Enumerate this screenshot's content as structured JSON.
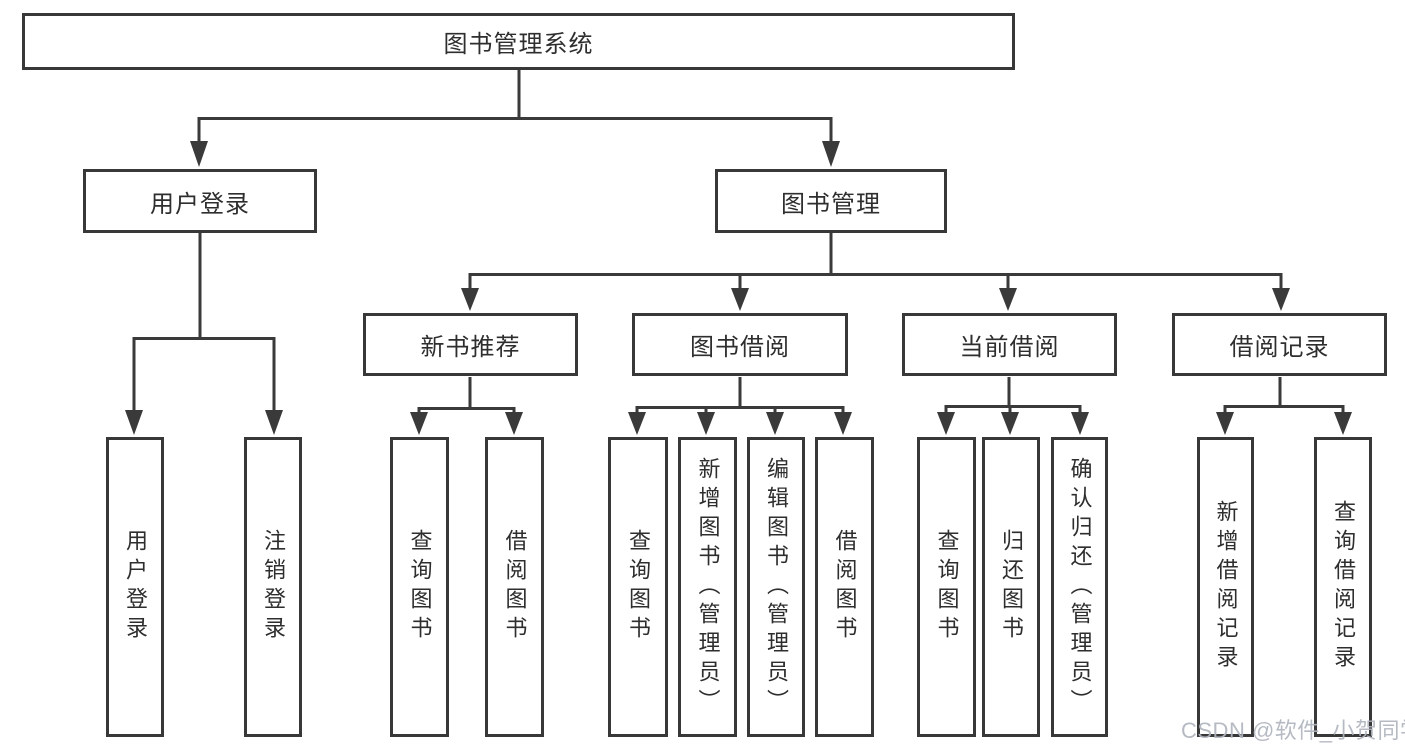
{
  "diagram": {
    "watermark": "CSDN @软件_小贺同学",
    "colors": {
      "line": "#3a3a3a",
      "box_border": "#383838",
      "box_fill": "#ffffff",
      "text": "#2e2e2e",
      "watermark": "#b0b4be"
    },
    "nodes": {
      "root": "图书管理系统",
      "l2": [
        "用户登录",
        "图书管理"
      ],
      "l3": [
        "新书推荐",
        "图书借阅",
        "当前借阅",
        "借阅记录"
      ],
      "leaves": {
        "user": [
          "用户登录",
          "注销登录"
        ],
        "recommend": [
          "查询图书",
          "借阅图书"
        ],
        "borrow": [
          "查询图书",
          "新增图书（管理员）",
          "编辑图书（管理员）",
          "借阅图书"
        ],
        "current": [
          "查询图书",
          "归还图书",
          "确认归还（管理员）"
        ],
        "records": [
          "新增借阅记录",
          "查询借阅记录"
        ]
      }
    }
  }
}
